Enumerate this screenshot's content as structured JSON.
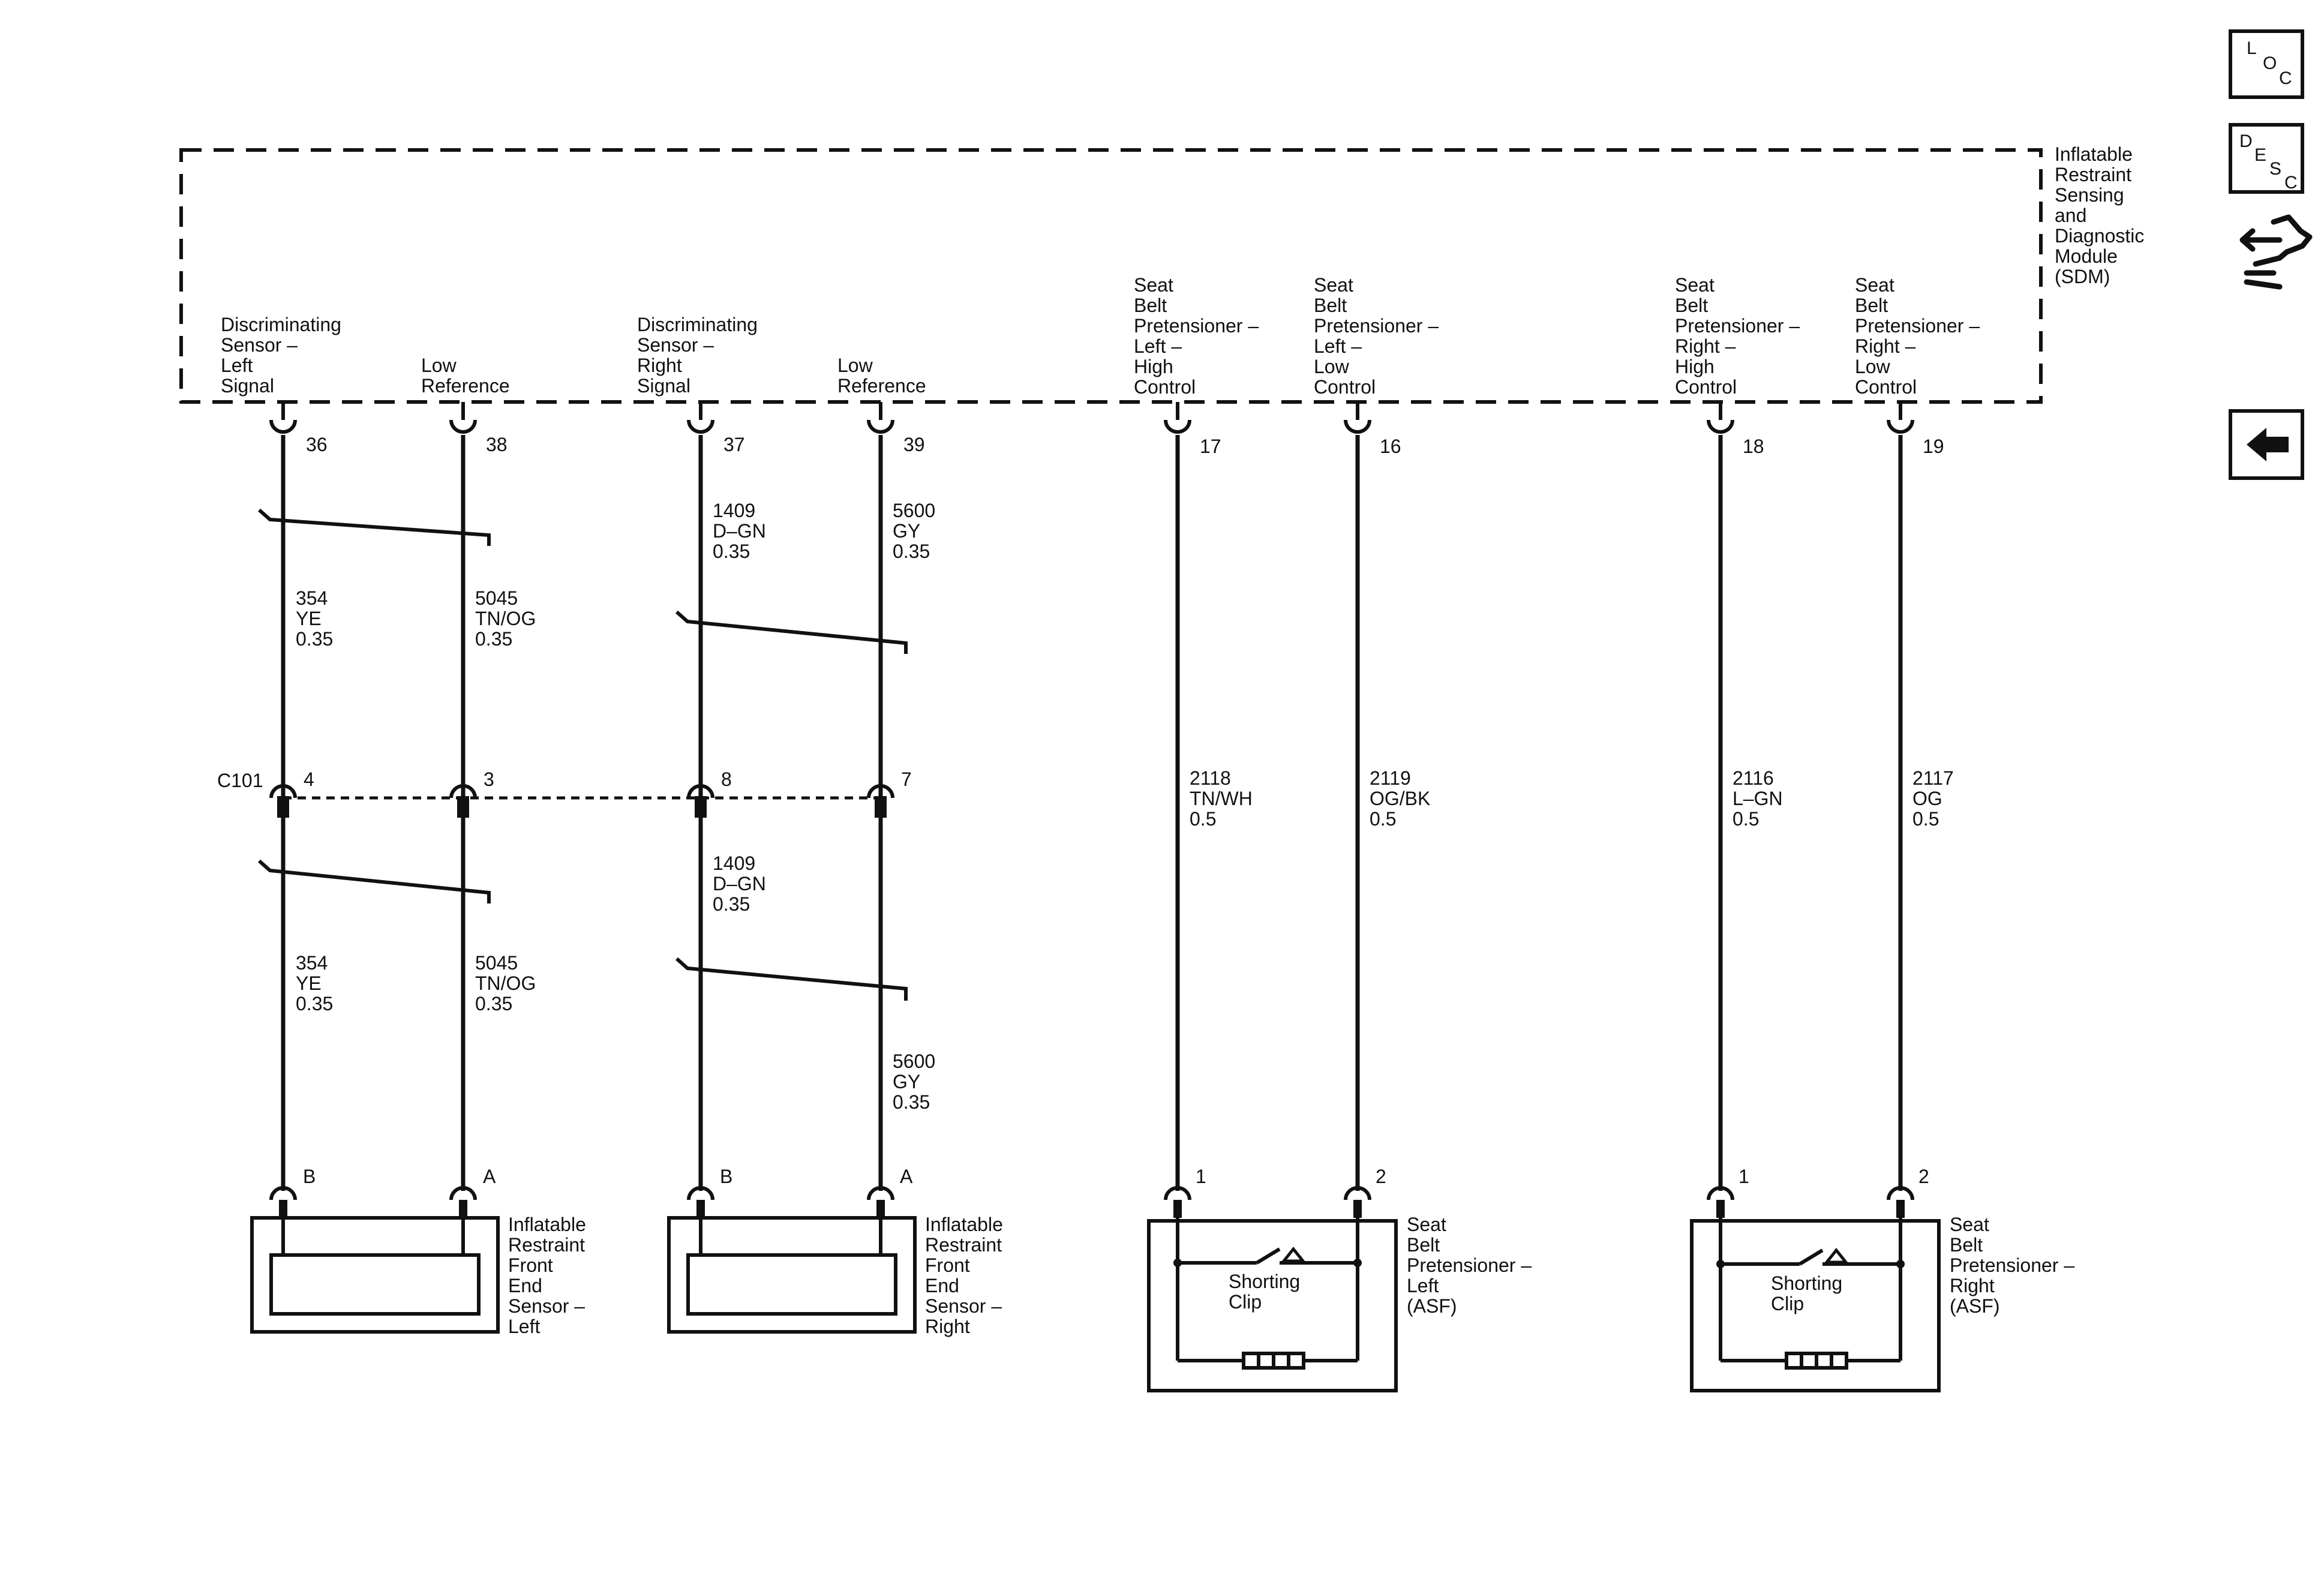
{
  "module": {
    "label": [
      "Inflatable",
      "Restraint",
      "Sensing",
      "and",
      "Diagnostic",
      "Module",
      "(SDM)"
    ],
    "terminals": [
      {
        "lines": [
          "Discriminating",
          "Sensor –",
          "Left",
          "Signal"
        ],
        "pin": "36"
      },
      {
        "lines": [
          "Low",
          "Reference"
        ],
        "pin": "38"
      },
      {
        "lines": [
          "Discriminating",
          "Sensor –",
          "Right",
          "Signal"
        ],
        "pin": "37"
      },
      {
        "lines": [
          "Low",
          "Reference"
        ],
        "pin": "39"
      },
      {
        "lines": [
          "Seat",
          "Belt",
          "Pretensioner –",
          "Left –",
          "High",
          "Control"
        ],
        "pin": "17"
      },
      {
        "lines": [
          "Seat",
          "Belt",
          "Pretensioner –",
          "Left –",
          "Low",
          "Control"
        ],
        "pin": "16"
      },
      {
        "lines": [
          "Seat",
          "Belt",
          "Pretensioner –",
          "Right –",
          "High",
          "Control"
        ],
        "pin": "18"
      },
      {
        "lines": [
          "Seat",
          "Belt",
          "Pretensioner –",
          "Right –",
          "Low",
          "Control"
        ],
        "pin": "19"
      }
    ]
  },
  "inline_connector": {
    "name": "C101",
    "pins": [
      "4",
      "3",
      "8",
      "7"
    ]
  },
  "wires_upper": [
    {
      "circuit": [
        "354",
        "YE",
        "0.35"
      ]
    },
    {
      "circuit": [
        "5045",
        "TN/OG",
        "0.35"
      ]
    },
    {
      "circuit": [
        "1409",
        "D–GN",
        "0.35"
      ]
    },
    {
      "circuit": [
        "5600",
        "GY",
        "0.35"
      ]
    }
  ],
  "wires_lower": [
    {
      "circuit": [
        "354",
        "YE",
        "0.35"
      ]
    },
    {
      "circuit": [
        "5045",
        "TN/OG",
        "0.35"
      ]
    },
    {
      "circuit": [
        "1409",
        "D–GN",
        "0.35"
      ]
    },
    {
      "circuit": [
        "5600",
        "GY",
        "0.35"
      ]
    }
  ],
  "wires_pretensioner": [
    {
      "circuit": [
        "2118",
        "TN/WH",
        "0.5"
      ]
    },
    {
      "circuit": [
        "2119",
        "OG/BK",
        "0.5"
      ]
    },
    {
      "circuit": [
        "2116",
        "L–GN",
        "0.5"
      ]
    },
    {
      "circuit": [
        "2117",
        "OG",
        "0.5"
      ]
    }
  ],
  "components": [
    {
      "label": [
        "Inflatable",
        "Restraint",
        "Front",
        "End",
        "Sensor –",
        "Left"
      ],
      "pins": [
        "B",
        "A"
      ]
    },
    {
      "label": [
        "Inflatable",
        "Restraint",
        "Front",
        "End",
        "Sensor –",
        "Right"
      ],
      "pins": [
        "B",
        "A"
      ]
    },
    {
      "label": [
        "Seat",
        "Belt",
        "Pretensioner –",
        "Left",
        "(ASF)"
      ],
      "pins": [
        "1",
        "2"
      ],
      "clip": [
        "Shorting",
        "Clip"
      ]
    },
    {
      "label": [
        "Seat",
        "Belt",
        "Pretensioner –",
        "Right",
        "(ASF)"
      ],
      "pins": [
        "1",
        "2"
      ],
      "clip": [
        "Shorting",
        "Clip"
      ]
    }
  ],
  "side_icons": {
    "loc": [
      "L",
      "O",
      "C"
    ],
    "desc": [
      "D",
      "E",
      "S",
      "C"
    ]
  }
}
